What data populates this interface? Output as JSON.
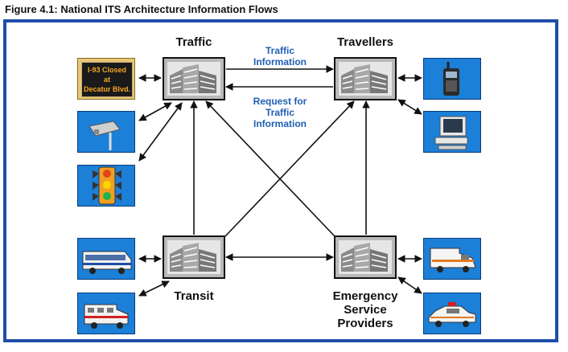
{
  "figure": {
    "title": "Figure 4.1: National ITS Architecture Information Flows"
  },
  "nodes": {
    "traffic": "Traffic",
    "travellers": "Travellers",
    "transit": "Transit",
    "emergency": [
      "Emergency",
      "Service",
      "Providers"
    ]
  },
  "flows": {
    "traffic_information": [
      "Traffic",
      "Information"
    ],
    "request": [
      "Request for",
      "Traffic",
      "Information"
    ]
  },
  "dms": [
    "I-93 Closed",
    "at",
    "Decatur Blvd."
  ],
  "colors": {
    "frame": "#1f4ea8",
    "device_bg": "#1c7fd8",
    "flow_label": "#1f5fb4",
    "sign_text": "#f6a623"
  },
  "icons": [
    "building-icon",
    "message-sign-icon",
    "traffic-sensor-icon",
    "traffic-light-icon",
    "bus-icon",
    "van-icon",
    "cell-phone-icon",
    "computer-icon",
    "ambulance-icon",
    "police-car-icon"
  ]
}
